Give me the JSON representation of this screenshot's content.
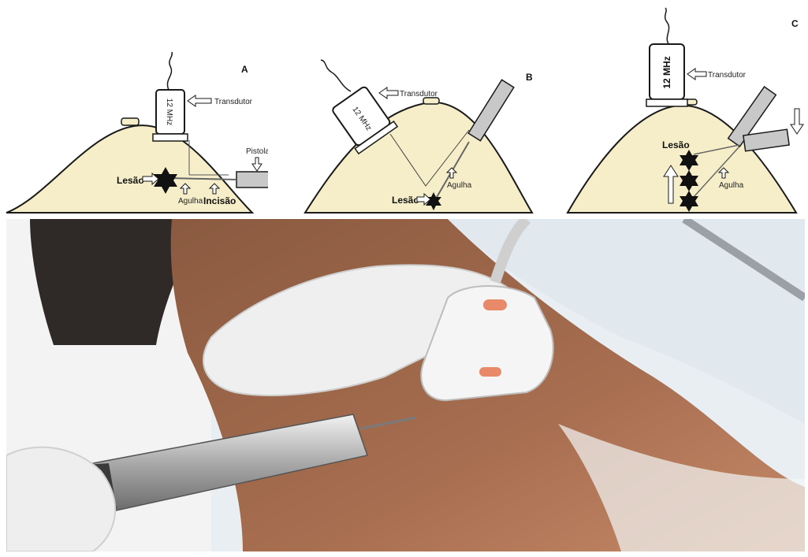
{
  "panel_a": {
    "letter": "A",
    "transducer_freq": "12 MHz",
    "transducer_label": "Transdutor",
    "gun_label": "Pistola",
    "lesion_label": "Lesão",
    "needle_label": "Agulha",
    "incision_label": "Incisão"
  },
  "panel_b": {
    "letter": "B",
    "transducer_freq": "12 MHz",
    "transducer_label": "Transdutor",
    "lesion_label": "Lesão",
    "needle_label": "Agulha"
  },
  "panel_c": {
    "letter": "C",
    "transducer_freq": "12 MHz",
    "transducer_label": "Transdutor",
    "lesion_label": "Lesão",
    "needle_label": "Agulha"
  },
  "colors": {
    "breast_fill": "#f6eec9",
    "outline": "#1a1a1a",
    "needle_gray": "#bdbdbd",
    "skin": "#a26a4c",
    "glove": "#eeeeee",
    "drape": "#e6edf2"
  }
}
